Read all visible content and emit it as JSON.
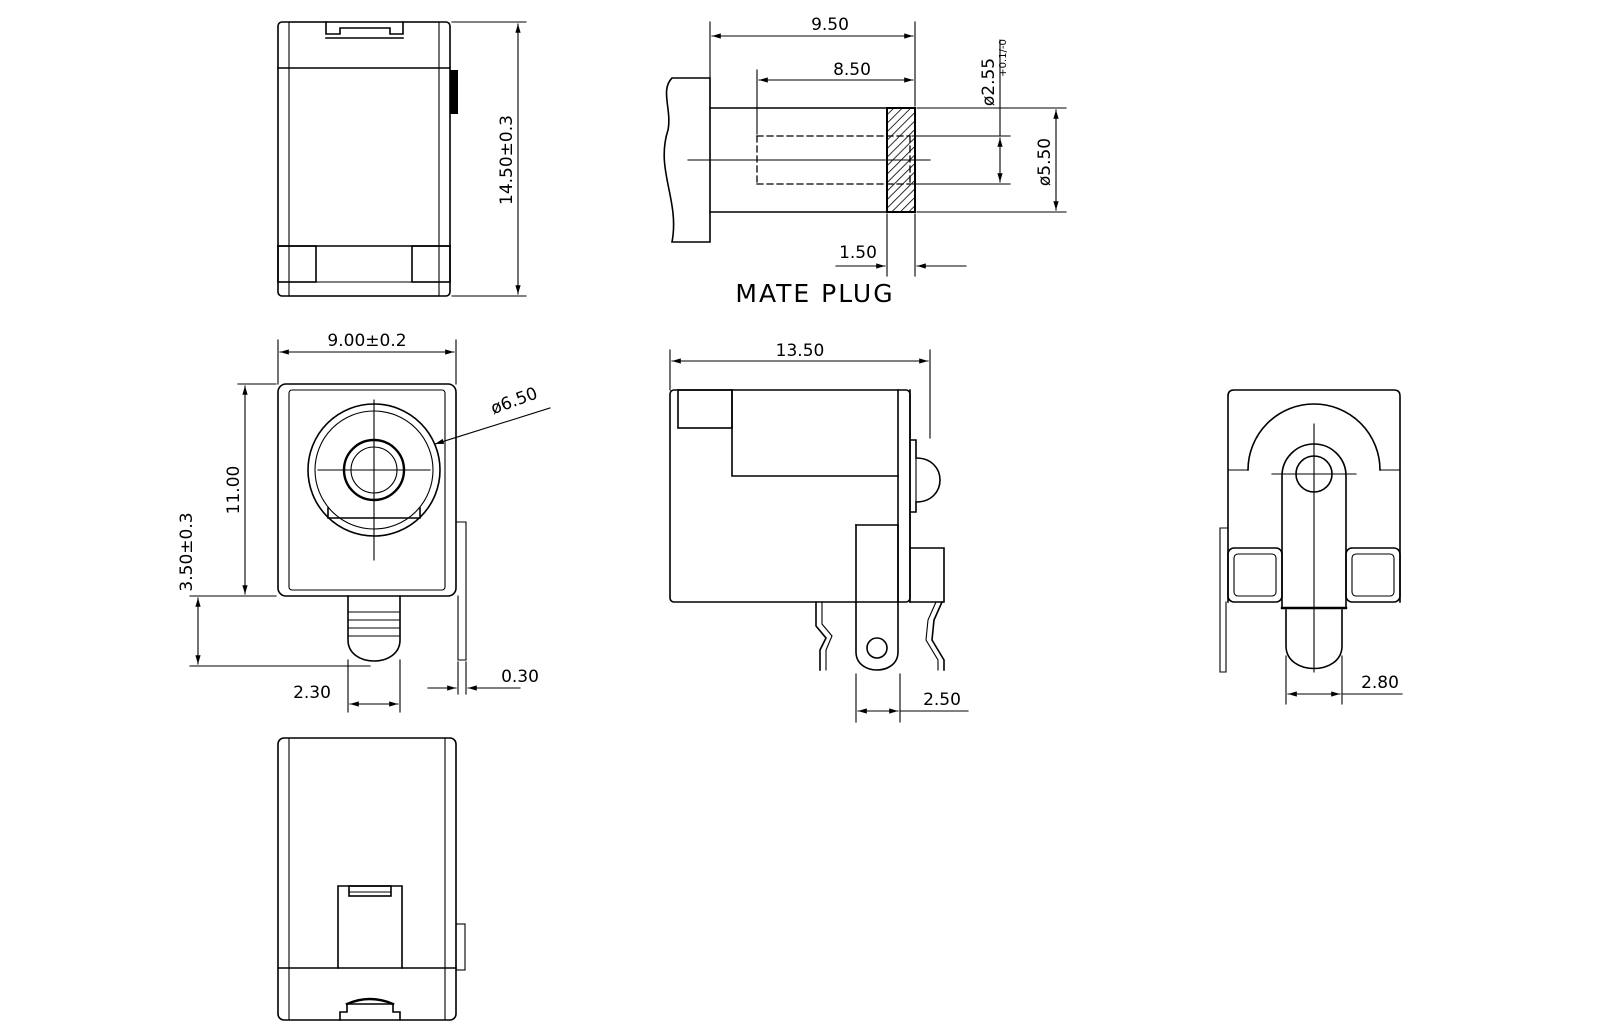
{
  "labels": {
    "dim_9_50": "9.50",
    "dim_8_50": "8.50",
    "dim_2_55": "ø2.55",
    "dim_2_55_tol": "+0.1/-0",
    "dim_5_50": "ø5.50",
    "dim_1_50": "1.50",
    "mate_plug": "MATE PLUG",
    "dim_14_50": "14.50±0.3",
    "dim_9_00": "9.00±0.2",
    "dim_6_50": "ø6.50",
    "dim_11_00": "11.00",
    "dim_3_50": "3.50±0.3",
    "dim_2_30": "2.30",
    "dim_0_30": "0.30",
    "dim_13_50": "13.50",
    "dim_2_50": "2.50",
    "dim_2_80": "2.80"
  }
}
